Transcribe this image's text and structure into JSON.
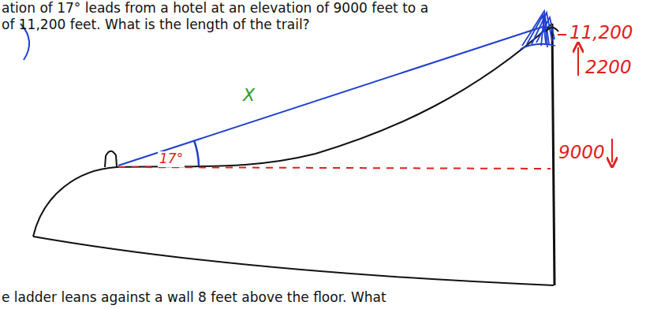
{
  "diagram": {
    "labels": [
      "ation of 17° leads from a hotel at an elevation of 9000 feet to a",
      "of 11,200 feet. What is the length of the trail?",
      "17°",
      "X",
      "11,200",
      "2200",
      "9000",
      "e ladder leans against a wall 8 feet above the floor. What"
    ]
  }
}
